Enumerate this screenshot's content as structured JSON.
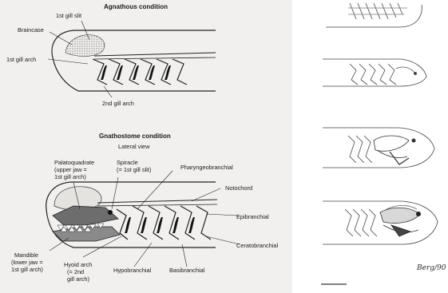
{
  "agnathous": {
    "title": "Agnathous condition",
    "labels": {
      "first_gill_slit": "1st gill slit",
      "braincase": "Braincase",
      "first_gill_arch": "1st gill arch",
      "second_gill_arch": "2nd gill arch"
    }
  },
  "gnathostome": {
    "title": "Gnathostome condition",
    "subtitle": "Lateral view",
    "labels": {
      "palatoquadrate_1": "Palatoquadrate",
      "palatoquadrate_2": "(upper jaw =",
      "palatoquadrate_3": "1st gill arch)",
      "spiracle_1": "Spiracle",
      "spiracle_2": "(= 1st gill slit)",
      "pharyngeobranchial": "Pharyngeobranchial",
      "notochord": "Notochord",
      "epibranchial": "Epibranchial",
      "ceratobranchial": "Ceratobranchial",
      "mandible_1": "Mandible",
      "mandible_2": "(lower jaw =",
      "mandible_3": "1st gill arch)",
      "hyoid_1": "Hyoid arch",
      "hyoid_2": "(= 2nd",
      "hyoid_3": "gill arch)",
      "hypobranchial": "Hypobranchial",
      "basibranchial": "Basibranchial"
    }
  },
  "sketch_series": {
    "signature": "Berg/90"
  }
}
